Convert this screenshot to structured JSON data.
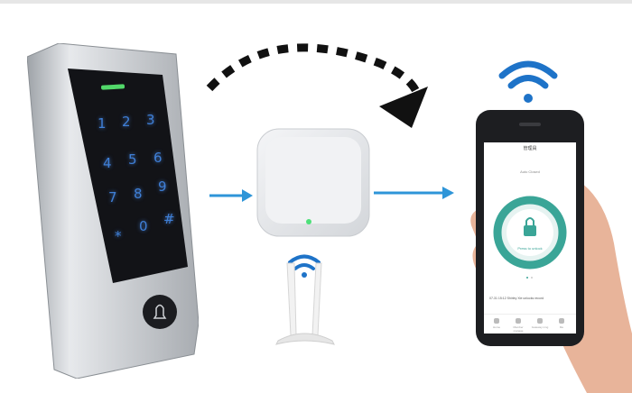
{
  "keypad": {
    "keys": [
      "1",
      "2",
      "3",
      "4",
      "5",
      "6",
      "7",
      "8",
      "9",
      "*",
      "0",
      "#"
    ]
  },
  "phone": {
    "app_title": "管理員",
    "lock_status": "Auto Closed",
    "unlock_prompt": "Press to unlock",
    "last_record": "07-31 15:12 Shirley Xie unlocks record",
    "nav": [
      "Home",
      "Member manage",
      "Gateway mng",
      "Me"
    ]
  },
  "colors": {
    "arrow_blue": "#2e95d8",
    "wifi_blue": "#1e73c8",
    "ring_teal": "#3aa597"
  }
}
